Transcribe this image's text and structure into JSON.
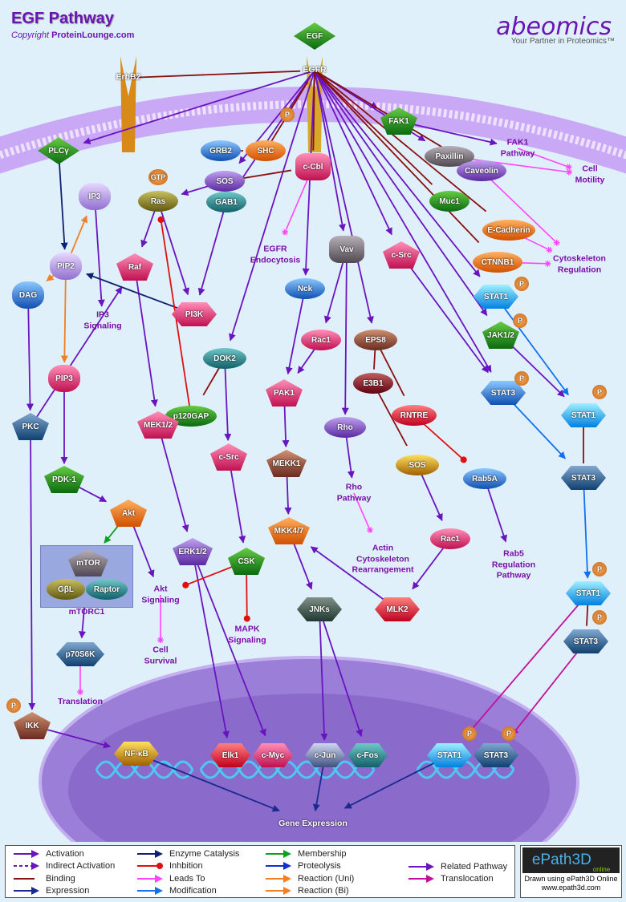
{
  "header": {
    "title": "EGF Pathway",
    "copyright_prefix": "Copyright ",
    "copyright_site": "ProteinLounge.com",
    "brand": "abeomics",
    "tagline": "Your Partner in Proteomics™"
  },
  "nodes": {
    "egf": "EGF",
    "egfr": "EGFR",
    "erbb2": "ErbB2",
    "p_egfr": "P",
    "fak1": "FAK1",
    "plcg": "PLCγ",
    "grb2": "GRB2",
    "shc": "SHC",
    "ccbl": "c-Cbl",
    "paxillin": "Paxillin",
    "sos1": "SOS",
    "caveolin": "Caveolin",
    "gtp": "GTP",
    "ras": "Ras",
    "gab1": "GAB1",
    "ip3": "IP3",
    "muc1": "Muc1",
    "ecadherin": "E-Cadherin",
    "vav": "Vav",
    "csrc1": "c-Src",
    "pip2": "PIP2",
    "raf": "Raf",
    "ctnnb1": "CTNNB1",
    "nck": "Nck",
    "stat1a": "STAT1",
    "dag": "DAG",
    "pi3k": "PI3K",
    "jak": "JAK1/2",
    "rac1a": "Rac1",
    "eps8": "EPS8",
    "dok2": "DOK2",
    "pip3": "PIP3",
    "e3b1": "E3B1",
    "pak1": "PAK1",
    "stat3a": "STAT3",
    "stat1b": "STAT1",
    "rntre": "RNTRE",
    "rho": "Rho",
    "p120gap": "p120GAP",
    "pkc": "PKC",
    "mek": "MEK1/2",
    "mekk1": "MEKK1",
    "csrc2": "c-Src",
    "sos2": "SOS",
    "rab5a": "Rab5A",
    "stat3b": "STAT3",
    "pdk1": "PDK-1",
    "akt": "Akt",
    "mkk47": "MKK4/7",
    "rac1b": "Rac1",
    "erk": "ERK1/2",
    "mtor": "mTOR",
    "gbl": "GβL",
    "raptor": "Raptor",
    "csk": "CSK",
    "stat1c": "STAT1",
    "stat3c": "STAT3",
    "mlk2": "MLK2",
    "jnks": "JNKs",
    "p70": "p70S6K",
    "ikk": "IKK",
    "nfkb": "NF-κB",
    "elk1": "Elk1",
    "cmyc": "c-Myc",
    "cjun": "c-Jun",
    "cfos": "c-Fos",
    "stat1n": "STAT1",
    "stat3n": "STAT3",
    "p": "P"
  },
  "labels": {
    "fak1_pathway": "FAK1\nPathway",
    "cell_motility": "Cell\nMotility",
    "egfr_endocytosis": "EGFR\nEndocytosis",
    "cytoskeleton": "Cytoskeleton\nRegulation",
    "ip3_signaling": "IP3\nSignaling",
    "rho_pathway": "Rho\nPathway",
    "actin": "Actin\nCytoskeleton\nRearrangement",
    "rab5_pathway": "Rab5\nRegulation\nPathway",
    "mtorc1": "mTORC1",
    "akt_signaling": "Akt\nSignaling",
    "mapk_signaling": "MAPK\nSignaling",
    "cell_survival": "Cell\nSurvival",
    "translation": "Translation",
    "gene_expression": "Gene Expression"
  },
  "edges": [
    [
      "egfr",
      "fak1",
      "act"
    ],
    [
      "egfr",
      "plcg",
      "act"
    ],
    [
      "egfr",
      "paxillin",
      "act"
    ],
    [
      "fak1",
      "fak1_pathway",
      "act"
    ],
    [
      "egfr",
      "stat1a",
      "act"
    ],
    [
      "egfr",
      "jak",
      "act"
    ],
    [
      "egfr",
      "stat3a",
      "act"
    ],
    [
      "egfr",
      "csrc1",
      "act"
    ],
    [
      "egfr",
      "vav",
      "act"
    ],
    [
      "egfr",
      "nck",
      "act"
    ],
    [
      "egfr",
      "gab1",
      "act"
    ],
    [
      "egfr",
      "dok2",
      "act"
    ],
    [
      "egfr",
      "eps8",
      "act"
    ],
    [
      "egfr",
      "sos1",
      "act"
    ],
    [
      "sos1",
      "ras",
      "act"
    ],
    [
      "ras",
      "raf",
      "act"
    ],
    [
      "ras",
      "pi3k",
      "act"
    ],
    [
      "gab1",
      "pi3k",
      "act"
    ],
    [
      "raf",
      "mek",
      "act"
    ],
    [
      "mek",
      "erk",
      "act"
    ],
    [
      "erk",
      "elk1",
      "act"
    ],
    [
      "erk",
      "cmyc",
      "act"
    ],
    [
      "nck",
      "pak1",
      "act"
    ],
    [
      "rac1a",
      "pak1",
      "act"
    ],
    [
      "pak1",
      "mekk1",
      "act"
    ],
    [
      "mekk1",
      "mkk47",
      "act"
    ],
    [
      "mkk47",
      "jnks",
      "act"
    ],
    [
      "jnks",
      "cjun",
      "act"
    ],
    [
      "jnks",
      "cfos",
      "act"
    ],
    [
      "mlk2",
      "mkk47",
      "act"
    ],
    [
      "rac1b",
      "mlk2",
      "act"
    ],
    [
      "sos2",
      "rac1b",
      "act"
    ],
    [
      "vav",
      "rac1a",
      "act"
    ],
    [
      "vav",
      "rho",
      "act"
    ],
    [
      "pip3",
      "pdk1",
      "act"
    ],
    [
      "pdk1",
      "akt",
      "act"
    ],
    [
      "pkc",
      "ikk",
      "act"
    ],
    [
      "dag",
      "pkc",
      "act"
    ],
    [
      "pkc",
      "raf",
      "act"
    ],
    [
      "ikk",
      "nfkb",
      "act"
    ],
    [
      "akt",
      "akt_signaling",
      "act"
    ],
    [
      "jak",
      "stat1b",
      "act"
    ],
    [
      "csrc1",
      "stat3a",
      "act"
    ],
    [
      "dok2",
      "csrc2",
      "act"
    ],
    [
      "csrc2",
      "csk",
      "act"
    ],
    [
      "mtor",
      "p70",
      "act"
    ],
    [
      "rab5a",
      "rab5_pathway",
      "act"
    ],
    [
      "rho",
      "rho_pathway",
      "act"
    ],
    [
      "ip3",
      "ip3_signaling",
      "act"
    ],
    [
      "pip2",
      "dag",
      "rxn"
    ],
    [
      "pip2",
      "ip3",
      "rxn"
    ],
    [
      "pip2",
      "pip3",
      "rxn"
    ],
    [
      "plcg",
      "pip2",
      "enz"
    ],
    [
      "pi3k",
      "pip2",
      "enz"
    ],
    [
      "akt",
      "mtor",
      "mem"
    ],
    [
      "stat1a",
      "stat1b",
      "mod"
    ],
    [
      "stat3a",
      "stat3b",
      "mod"
    ],
    [
      "stat3b",
      "stat1c",
      "mod"
    ],
    [
      "erbb2",
      "egfr",
      "bind"
    ],
    [
      "grb2",
      "shc",
      "bind"
    ],
    [
      "shc",
      "egfr",
      "bind"
    ],
    [
      "sos1",
      "ccbl",
      "bind"
    ],
    [
      "egfr",
      "ccbl",
      "bind"
    ],
    [
      "egfr",
      "caveolin",
      "bind"
    ],
    [
      "egfr",
      "muc1",
      "bind"
    ],
    [
      "egfr",
      "ecadherin",
      "bind"
    ],
    [
      "egfr",
      "ctnnb1",
      "bind"
    ],
    [
      "eps8",
      "e3b1",
      "bind"
    ],
    [
      "eps8",
      "rntre",
      "bind"
    ],
    [
      "e3b1",
      "sos2",
      "bind"
    ],
    [
      "stat1b",
      "stat3b",
      "bind"
    ],
    [
      "stat1c",
      "stat3c",
      "bind"
    ],
    [
      "dok2",
      "p120gap",
      "bind"
    ],
    [
      "p_egfr",
      "egfr",
      "bind"
    ],
    [
      "p120gap",
      "ras",
      "inh"
    ],
    [
      "rntre",
      "rab5a",
      "inh"
    ],
    [
      "csk",
      "akt_signaling",
      "inh"
    ],
    [
      "csk",
      "mapk_signaling",
      "inh"
    ],
    [
      "ccbl",
      "egfr_endocytosis",
      "leads"
    ],
    [
      "paxillin",
      "cell_motility",
      "leads"
    ],
    [
      "caveolin",
      "cytoskeleton",
      "leads"
    ],
    [
      "ecadherin",
      "cytoskeleton",
      "leads"
    ],
    [
      "ctnnb1",
      "cytoskeleton",
      "leads"
    ],
    [
      "fak1_pathway",
      "cell_motility",
      "leads"
    ],
    [
      "rho_pathway",
      "actin",
      "leads"
    ],
    [
      "akt_signaling",
      "cell_survival",
      "leads"
    ],
    [
      "p70",
      "translation",
      "leads"
    ],
    [
      "stat1c",
      "stat1n",
      "trans"
    ],
    [
      "stat3c",
      "stat3n",
      "trans"
    ],
    [
      "nfkb",
      "gene_expression",
      "expr"
    ],
    [
      "cjun",
      "gene_expression",
      "expr"
    ],
    [
      "stat1n",
      "gene_expression",
      "expr"
    ]
  ],
  "colors": {
    "act": "#6a14c0",
    "bind": "#8a0f0f",
    "inh": "#e01010",
    "leads": "#ff44ff",
    "enz": "#102070",
    "rxn": "#f08020",
    "mem": "#10a020",
    "mod": "#1070f0",
    "trans": "#c0109a",
    "expr": "#1a2a90"
  },
  "legend": [
    [
      "Activation",
      "act"
    ],
    [
      "Indirect Activation",
      "ind"
    ],
    [
      "Binding",
      "bind"
    ],
    [
      "Expression",
      "expr"
    ],
    [
      "Enzyme Catalysis",
      "enz"
    ],
    [
      "Inhbition",
      "inh"
    ],
    [
      "Leads To",
      "leads"
    ],
    [
      "Modification",
      "mod"
    ],
    [
      "Membership",
      "mem"
    ],
    [
      "Proteolysis",
      "prot"
    ],
    [
      "Reaction (Uni)",
      "rxn"
    ],
    [
      "Reaction (Bi)",
      "rxnbi"
    ],
    [
      "Related Pathway",
      "rel"
    ],
    [
      "Translocation",
      "trans"
    ]
  ],
  "epath": {
    "logo": "ePath3D",
    "logo_sub": "online",
    "caption": "Drawn using ePath3D Online",
    "url": "www.epath3d.com"
  }
}
